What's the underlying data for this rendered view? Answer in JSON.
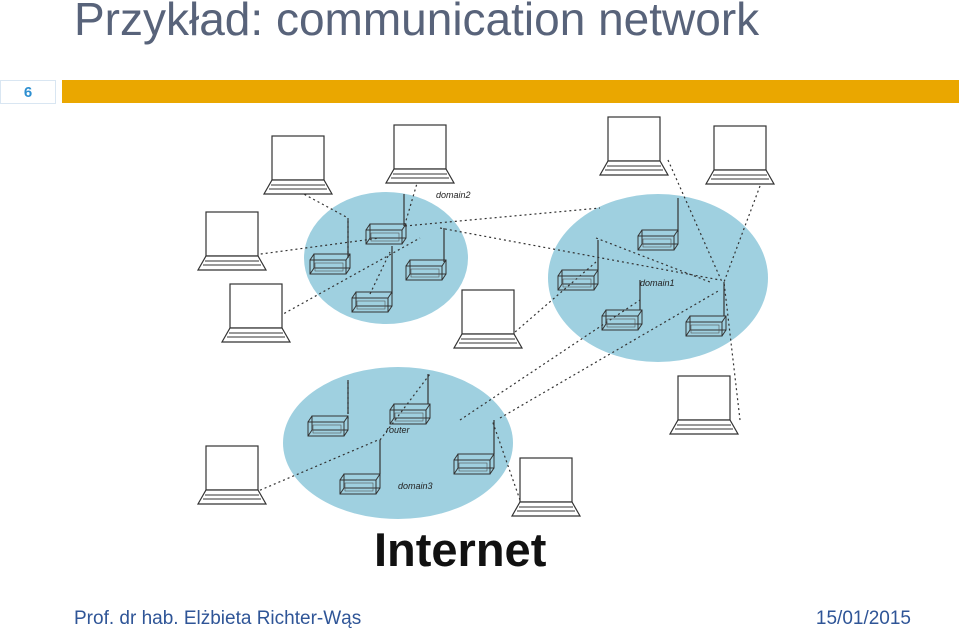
{
  "slide": {
    "title": "Przykład: communication network",
    "number": "6",
    "accent_color": "#eaa700",
    "title_color": "#58637a",
    "footer_author": "Prof. dr hab. Elżbieta Richter-Wąs",
    "footer_date": "15/01/2015",
    "footer_color": "#2f5597"
  },
  "diagram": {
    "domain_color": "#9fd0e0",
    "labels": {
      "domain1": "domain1",
      "domain2": "domain2",
      "domain3": "domain3",
      "router": "router",
      "internet": "Internet"
    }
  }
}
